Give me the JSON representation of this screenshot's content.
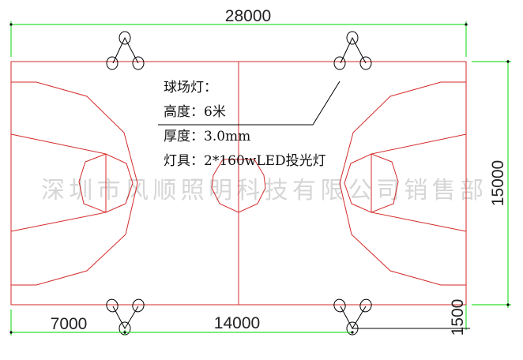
{
  "dimensions": {
    "length": "28000",
    "width": "15000",
    "offset_left": "7000",
    "spacing": "14000",
    "setback": "1500"
  },
  "note": {
    "title": "球场灯：",
    "height": "高度：6米",
    "thickness": "厚度：3.0mm",
    "fixture": "灯具：2*160wLED投光灯"
  },
  "watermark": "深圳市风顺照明科技有限公司销售部",
  "colors": {
    "court": "#d42a2a",
    "dimension": "#2ee02e"
  }
}
